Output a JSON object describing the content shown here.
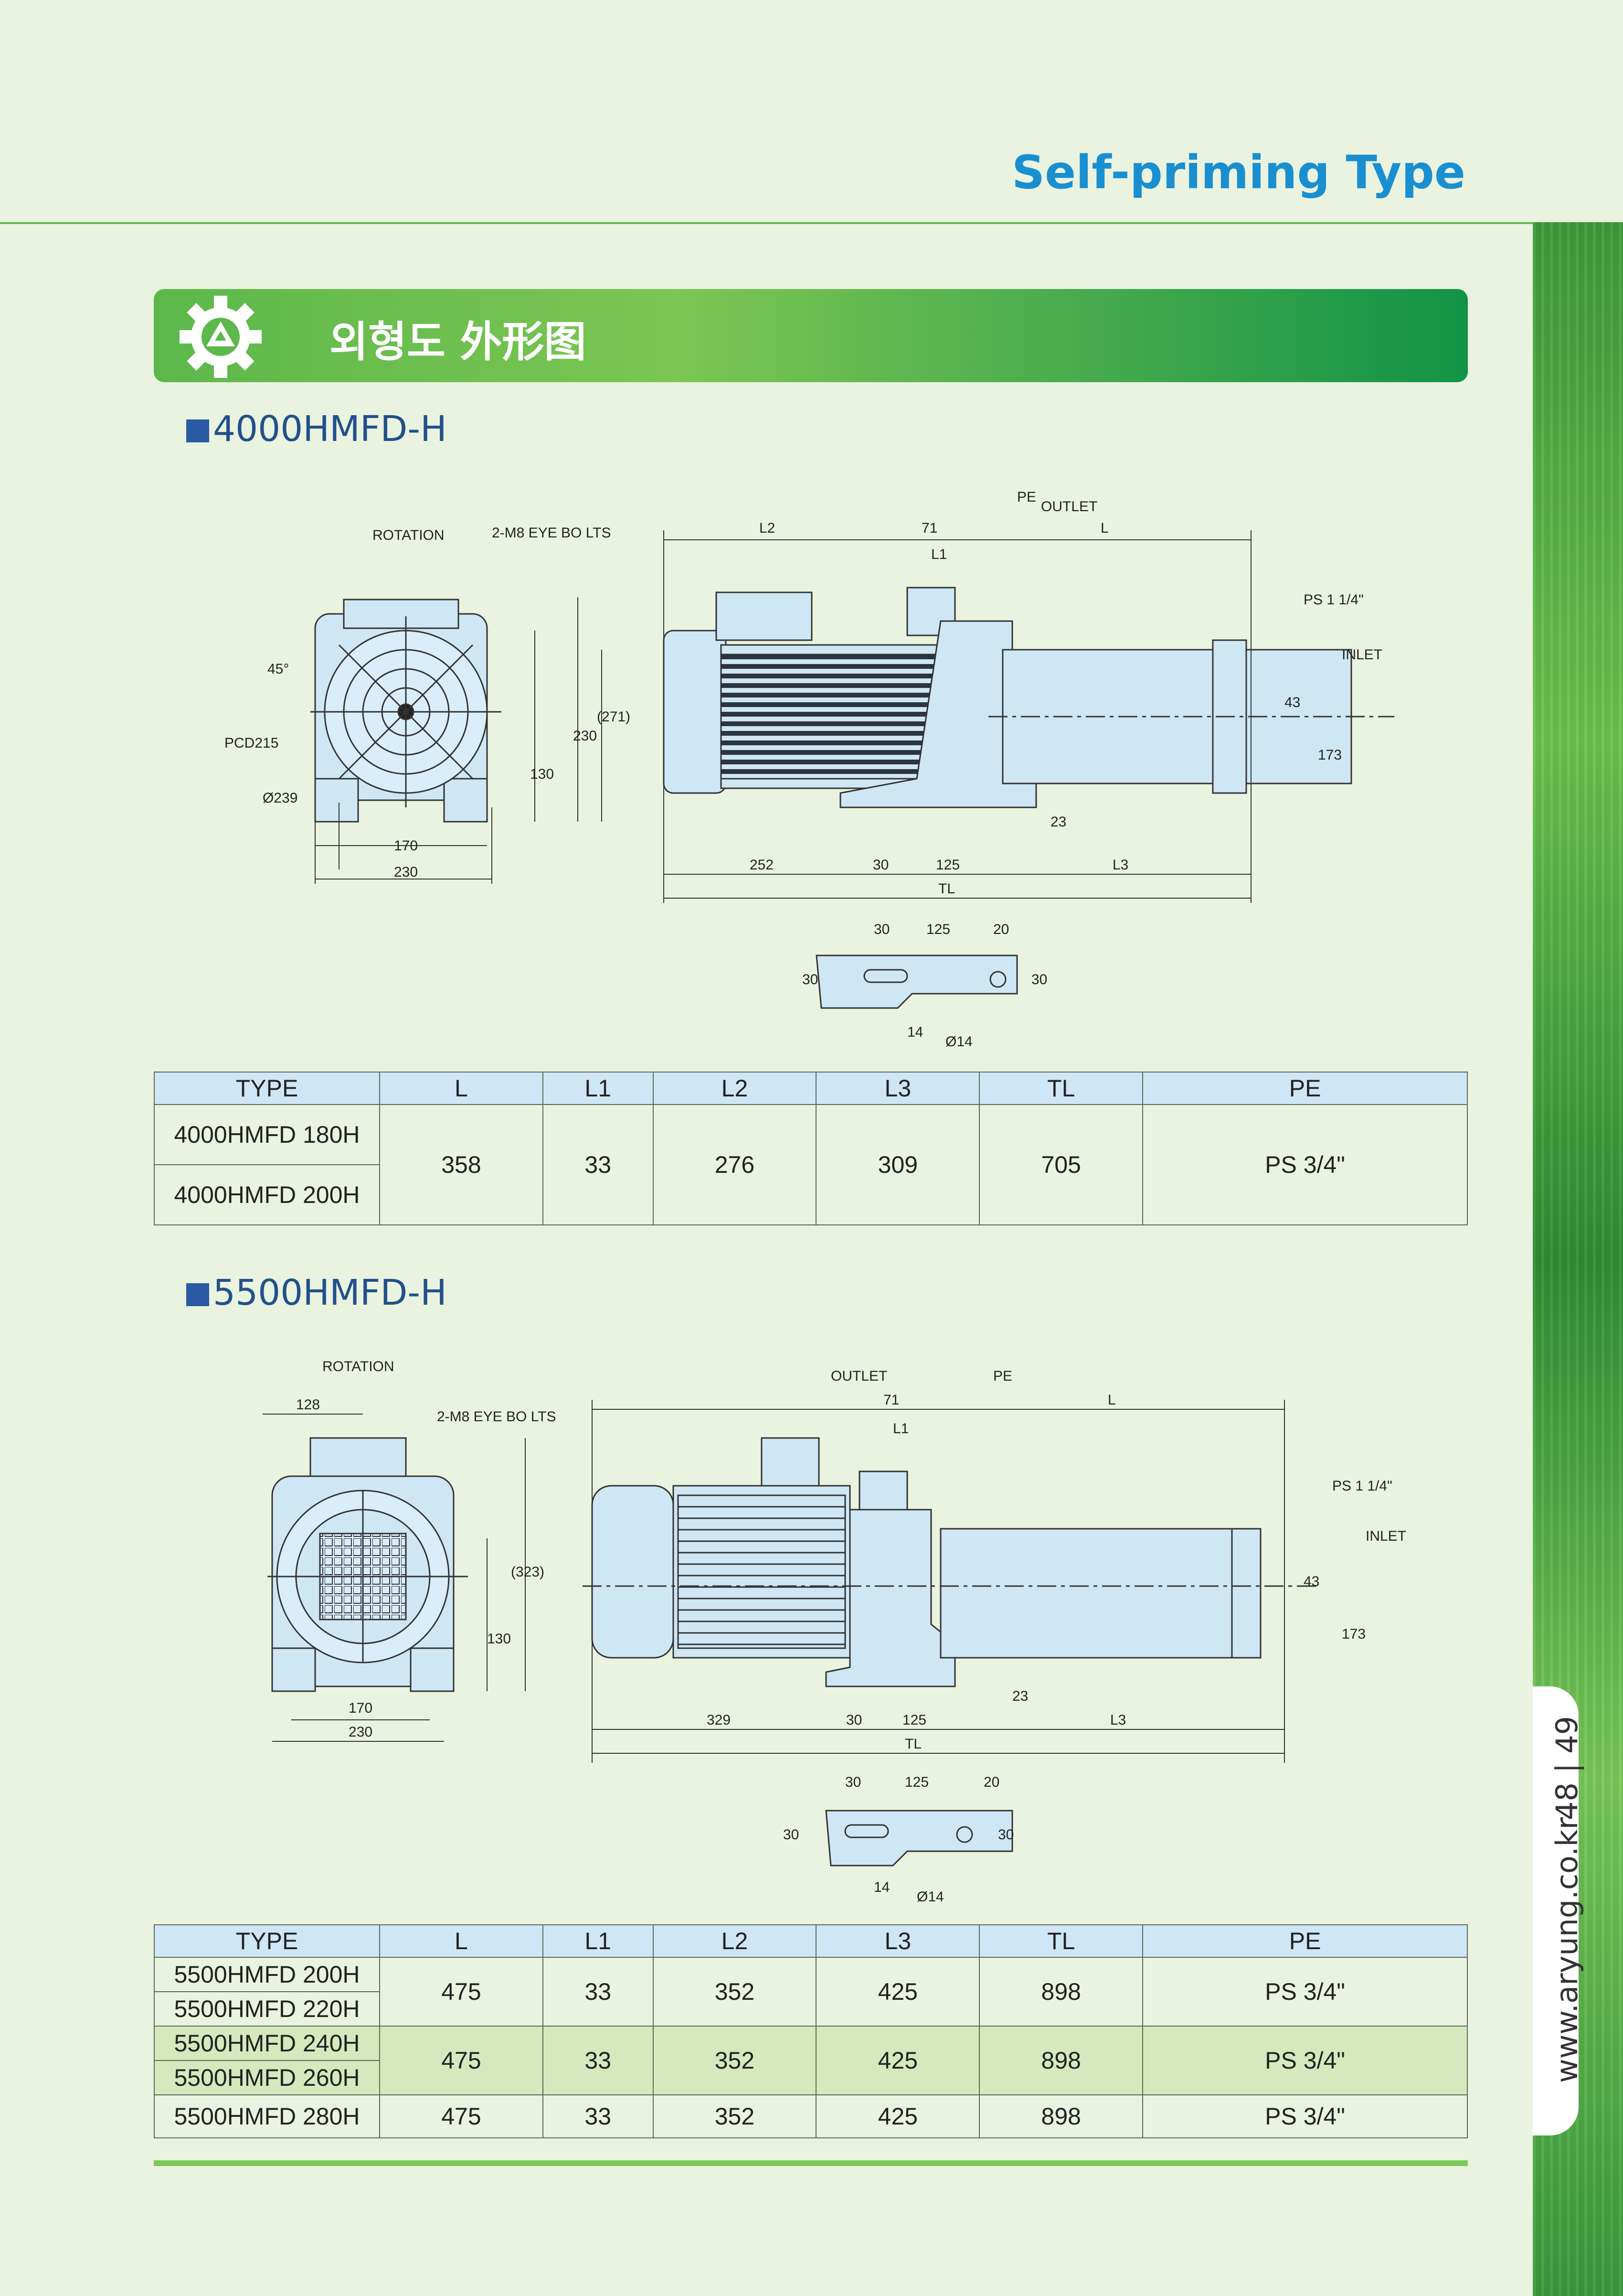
{
  "header": {
    "title": "Self-priming Type"
  },
  "banner": {
    "title": "외형도 外形图"
  },
  "side": {
    "url": "www.aryung.co.kr",
    "pages": "48 | 49"
  },
  "colors": {
    "accent": "#1a8fd0",
    "banner_green": "#37a34b",
    "pump_body": "#cfe7f5",
    "table_header": "#cfe6f6",
    "row_highlight": "#d6e8bd"
  },
  "icons": {
    "banner_icon": "gear-icon"
  },
  "section1": {
    "title": "4000HMFD-H",
    "labels": {
      "rotation": "ROTATION",
      "eye_bolts": "2-M8 EYE BO LTS",
      "deg45": "45°",
      "pcd": "PCD215",
      "dia239": "Ø239",
      "w170": "170",
      "w230": "230",
      "h130": "130",
      "h230": "230",
      "h271": "(271)",
      "outlet": "OUTLET",
      "pe": "PE",
      "l2": "L2",
      "d71": "71",
      "l1": "L1",
      "l": "L",
      "ps": "PS 1 1/4\"",
      "inlet": "INLET",
      "d43": "43",
      "d173": "173",
      "d23": "23",
      "d252": "252",
      "d30": "30",
      "d125": "125",
      "l3": "L3",
      "tl": "TL",
      "f30": "30",
      "f125": "125",
      "f20": "20",
      "f30v": "30",
      "f30v2": "30",
      "f14": "14",
      "fdia14": "Ø14"
    },
    "table": {
      "headers": [
        "TYPE",
        "L",
        "L1",
        "L2",
        "L3",
        "TL",
        "PE"
      ],
      "types": [
        "4000HMFD 180H",
        "4000HMFD 200H"
      ],
      "values": [
        "358",
        "33",
        "276",
        "309",
        "705",
        "PS 3/4\""
      ]
    }
  },
  "section2": {
    "title": "5500HMFD-H",
    "labels": {
      "rotation": "ROTATION",
      "w128": "128",
      "eye_bolts": "2-M8 EYE BO LTS",
      "h323": "(323)",
      "h130": "130",
      "w170": "170",
      "w230": "230",
      "outlet": "OUTLET",
      "pe": "PE",
      "d71": "71",
      "l1": "L1",
      "l": "L",
      "ps": "PS 1 1/4\"",
      "inlet": "INLET",
      "d43": "43",
      "d173": "173",
      "d23": "23",
      "d329": "329",
      "d30": "30",
      "d125": "125",
      "l3": "L3",
      "tl": "TL",
      "f30": "30",
      "f125": "125",
      "f20": "20",
      "f30v": "30",
      "f30v2": "30",
      "f14": "14",
      "fdia14": "Ø14"
    },
    "table": {
      "headers": [
        "TYPE",
        "L",
        "L1",
        "L2",
        "L3",
        "TL",
        "PE"
      ],
      "groups": [
        {
          "types": [
            "5500HMFD 200H",
            "5500HMFD 220H"
          ],
          "values": [
            "475",
            "33",
            "352",
            "425",
            "898",
            "PS 3/4\""
          ]
        },
        {
          "types": [
            "5500HMFD 240H",
            "5500HMFD 260H"
          ],
          "values": [
            "475",
            "33",
            "352",
            "425",
            "898",
            "PS 3/4\""
          ]
        },
        {
          "types": [
            "5500HMFD 280H"
          ],
          "values": [
            "475",
            "33",
            "352",
            "425",
            "898",
            "PS 3/4\""
          ]
        }
      ]
    }
  }
}
